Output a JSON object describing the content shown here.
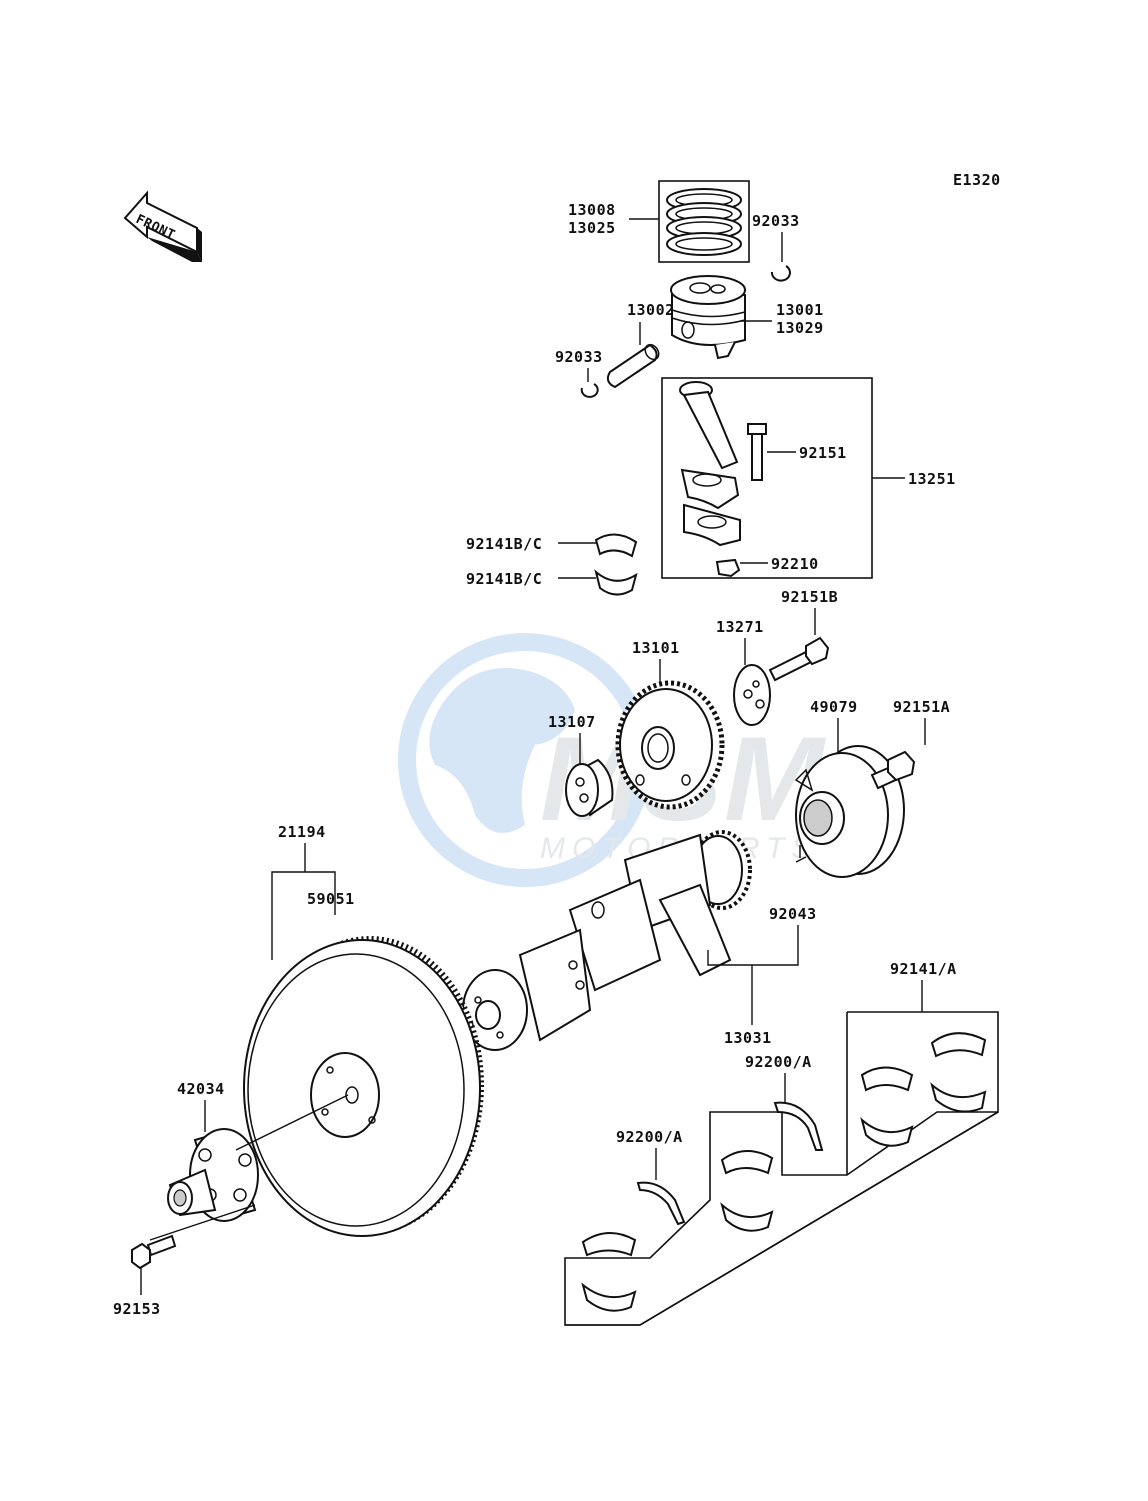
{
  "diagram_code": "E1320",
  "direction_label": "FRONT",
  "watermark": {
    "brand": "MSM",
    "sub": "MOTORPARTS",
    "color": "#4a90d9"
  },
  "labels": {
    "p13008": "13008",
    "p13025": "13025",
    "p92033_top": "92033",
    "p13002": "13002",
    "p92033_left": "92033",
    "p13001": "13001",
    "p13029": "13029",
    "p92151": "92151",
    "p13251": "13251",
    "p92141bc_1": "92141B/C",
    "p92141bc_2": "92141B/C",
    "p92210": "92210",
    "p92151b": "92151B",
    "p13101": "13101",
    "p13271": "13271",
    "p49079": "49079",
    "p92151a": "92151A",
    "p13107": "13107",
    "p21194": "21194",
    "p59051": "59051",
    "p92043": "92043",
    "p92141a": "92141/A",
    "p13031": "13031",
    "p92200a_1": "92200/A",
    "p42034": "42034",
    "p92200a_2": "92200/A",
    "p92153": "92153"
  }
}
